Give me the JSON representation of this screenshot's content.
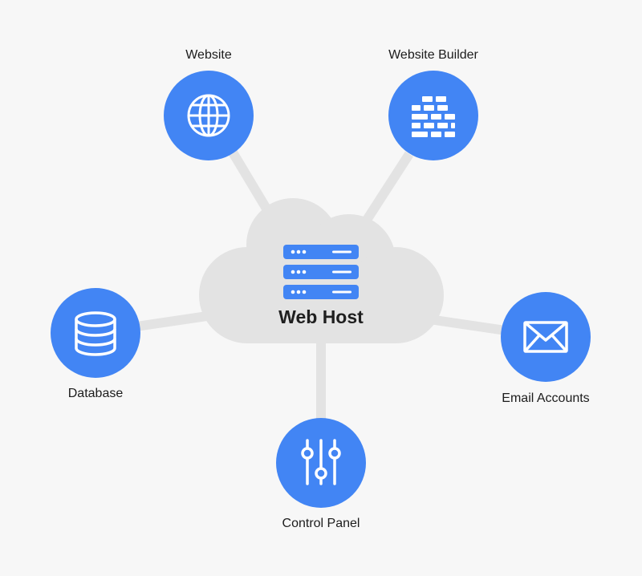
{
  "hub": {
    "label": "Web Host",
    "icon": "server-rack-icon"
  },
  "nodes": [
    {
      "id": "website",
      "label": "Website",
      "icon": "globe-icon"
    },
    {
      "id": "website-builder",
      "label": "Website Builder",
      "icon": "brick-wall-icon"
    },
    {
      "id": "database",
      "label": "Database",
      "icon": "database-icon"
    },
    {
      "id": "email-accounts",
      "label": "Email Accounts",
      "icon": "envelope-icon"
    },
    {
      "id": "control-panel",
      "label": "Control Panel",
      "icon": "sliders-icon"
    }
  ],
  "colors": {
    "background": "#f7f7f7",
    "cloud": "#e3e3e3",
    "connector": "#e3e3e3",
    "node": "#4285f4",
    "icon": "#ffffff",
    "text": "#1c1c1c"
  }
}
